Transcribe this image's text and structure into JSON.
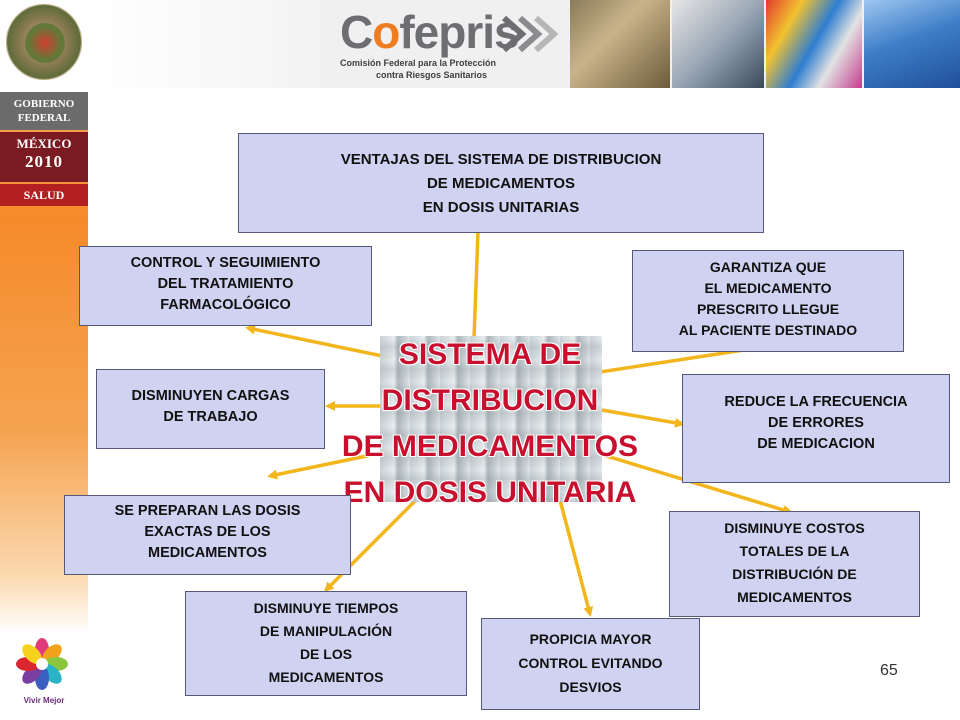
{
  "header": {
    "logo_text_pre": "C",
    "logo_text_o": "o",
    "logo_text_post": "fepris",
    "logo_sub_line1": "Comisión Federal para la Protección",
    "logo_sub_line2": "contra Riesgos Sanitarios"
  },
  "sidebar": {
    "gobierno_line1": "GOBIERNO",
    "gobierno_line2": "FEDERAL",
    "mexico_word": "MÉXICO",
    "mexico_year": "2010",
    "salud": "SALUD",
    "vivir_mejor": "Vivir Mejor"
  },
  "center": {
    "line1": "SISTEMA DE",
    "line2": "DISTRIBUCION",
    "line3": "DE MEDICAMENTOS",
    "line4": "EN DOSIS UNITARIA"
  },
  "boxes": {
    "top": [
      "VENTAJAS DEL SISTEMA DE DISTRIBUCION",
      "DE MEDICAMENTOS",
      "EN DOSIS UNITARIAS"
    ],
    "control": [
      "CONTROL Y SEGUIMIENTO",
      "DEL TRATAMIENTO",
      "FARMACOLÓGICO"
    ],
    "garantiza": [
      "GARANTIZA QUE",
      "EL MEDICAMENTO",
      "PRESCRITO LLEGUE",
      "AL PACIENTE DESTINADO"
    ],
    "cargas": [
      "DISMINUYEN CARGAS",
      "DE TRABAJO"
    ],
    "reduce": [
      "REDUCE LA FRECUENCIA",
      "DE ERRORES",
      "DE MEDICACION"
    ],
    "prepara": [
      "SE PREPARAN LAS DOSIS",
      "EXACTAS DE LOS",
      "MEDICAMENTOS"
    ],
    "costos": [
      "DISMINUYE COSTOS",
      "TOTALES DE LA",
      "DISTRIBUCIÓN DE",
      "MEDICAMENTOS"
    ],
    "tiempos": [
      "DISMINUYE TIEMPOS",
      "DE MANIPULACIÓN",
      "DE LOS",
      "MEDICAMENTOS"
    ],
    "propicia": [
      "PROPICIA MAYOR",
      "CONTROL EVITANDO",
      "DESVIOS"
    ]
  },
  "page_number": "65",
  "colors": {
    "box_fill": "#cfd2f0",
    "arrow": "#f2b51c",
    "center_title": "#c8102e",
    "logo_orange": "#ee7d21"
  }
}
